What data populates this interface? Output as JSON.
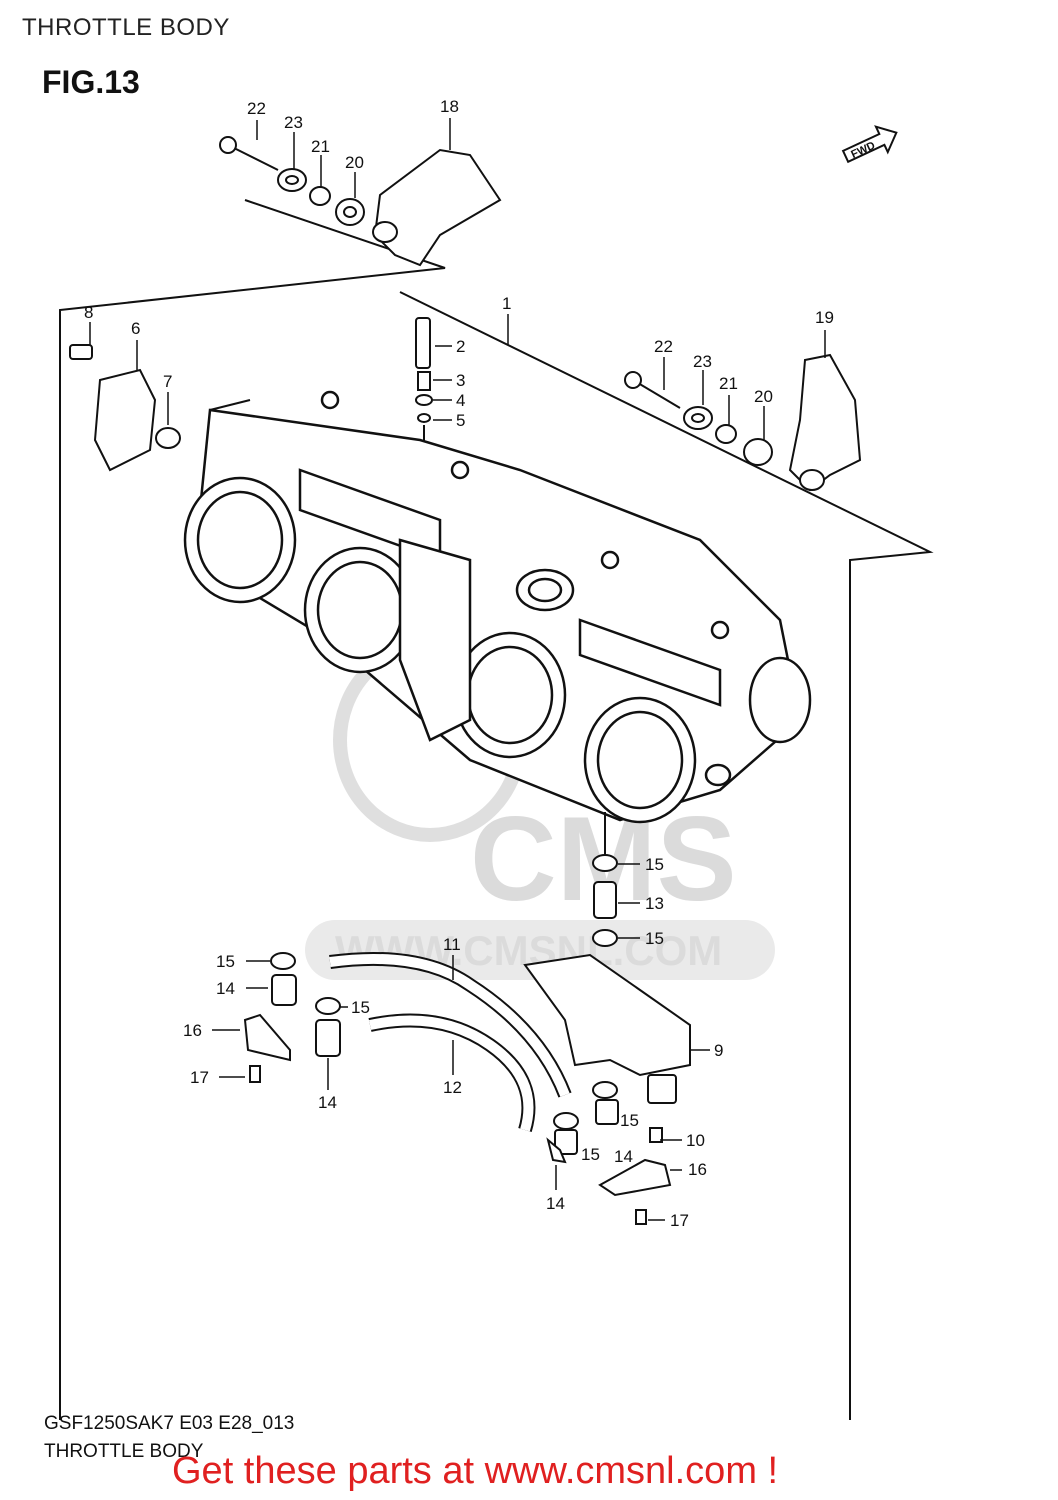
{
  "header": {
    "title": "THROTTLE BODY"
  },
  "figure": {
    "label": "FIG.13"
  },
  "watermark": {
    "brand": "CMS",
    "url": "WWW.CMSNL.COM"
  },
  "direction_badge": "FWD",
  "callouts": [
    "1",
    "2",
    "3",
    "4",
    "5",
    "6",
    "7",
    "8",
    "9",
    "10",
    "11",
    "12",
    "13",
    "14",
    "15",
    "16",
    "17",
    "18",
    "19",
    "20",
    "21",
    "22",
    "23"
  ],
  "footer": {
    "model_code": "GSF1250SAK7 E03 E28_013",
    "title": "THROTTLE BODY",
    "cta": "Get these parts at www.cmsnl.com !"
  }
}
